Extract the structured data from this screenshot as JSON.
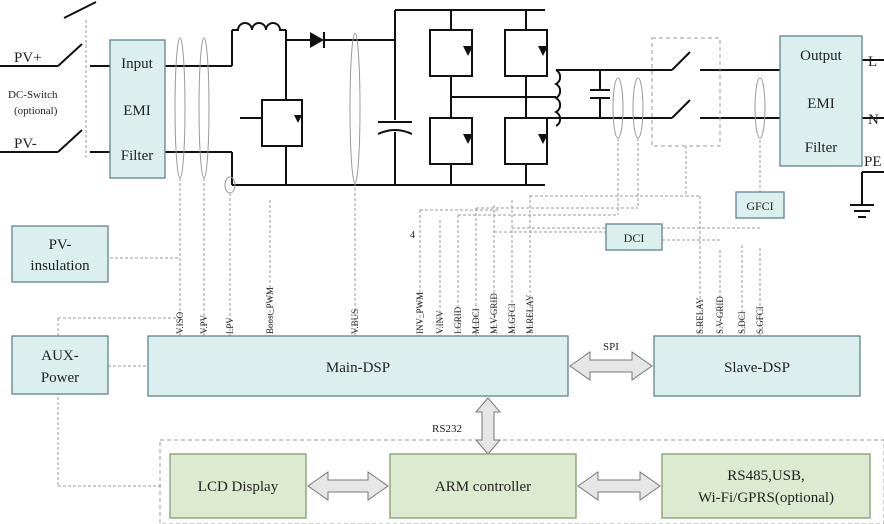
{
  "inputs": {
    "pv_plus": "PV+",
    "pv_minus": "PV-",
    "dc_switch": "DC-Switch",
    "dc_switch_note": "(optional)"
  },
  "input_filter": {
    "line1": "Input",
    "line2": "EMI",
    "line3": "Filter"
  },
  "output_filter": {
    "line1": "Output",
    "line2": "EMI",
    "line3": "Filter"
  },
  "outputs": {
    "l": "L",
    "n": "N",
    "pe": "PE"
  },
  "gfci": "GFCI",
  "dci": "DCI",
  "pv_insulation": {
    "line1": "PV-",
    "line2": "insulation"
  },
  "aux_power": {
    "line1": "AUX-",
    "line2": "Power"
  },
  "main_dsp": "Main-DSP",
  "slave_dsp": "Slave-DSP",
  "spi": "SPI",
  "rs232": "RS232",
  "lcd": "LCD Display",
  "arm": "ARM controller",
  "comm": {
    "line1": "RS485,USB,",
    "line2": "Wi-Fi/GPRS(optional)"
  },
  "marker_4": "4",
  "main_signals": [
    "V.ISO",
    "V.PV",
    "I.PV",
    "Boost_PWM",
    "V.BUS",
    "INV_PWM",
    "V.INV",
    "I.GRID",
    "M.DCI",
    "M.V-GRID",
    "M.GFCI",
    "M.RELAY"
  ],
  "slave_signals": [
    "S.RELAY",
    "S.V-GRID",
    "S.DCI",
    "S.GFCI"
  ]
}
